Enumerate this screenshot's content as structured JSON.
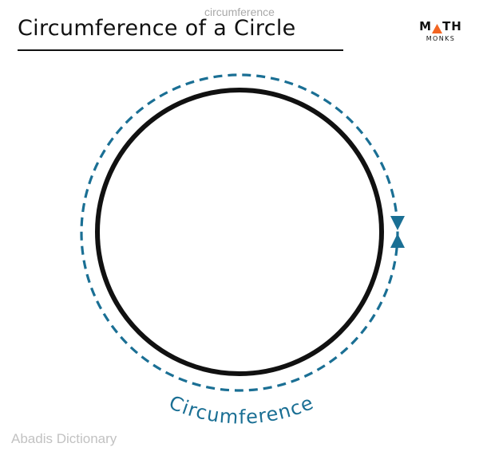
{
  "watermark_top": "circumference",
  "title": "Circumference of a Circle",
  "logo": {
    "prefix": "M",
    "suffix": "TH",
    "sub": "MONKS",
    "accent_color": "#f26522"
  },
  "diagram": {
    "circle_label": "Circumference",
    "colors": {
      "circle": "#111111",
      "circumference": "#1a6f94"
    }
  },
  "watermark_bottom": "Abadis Dictionary"
}
